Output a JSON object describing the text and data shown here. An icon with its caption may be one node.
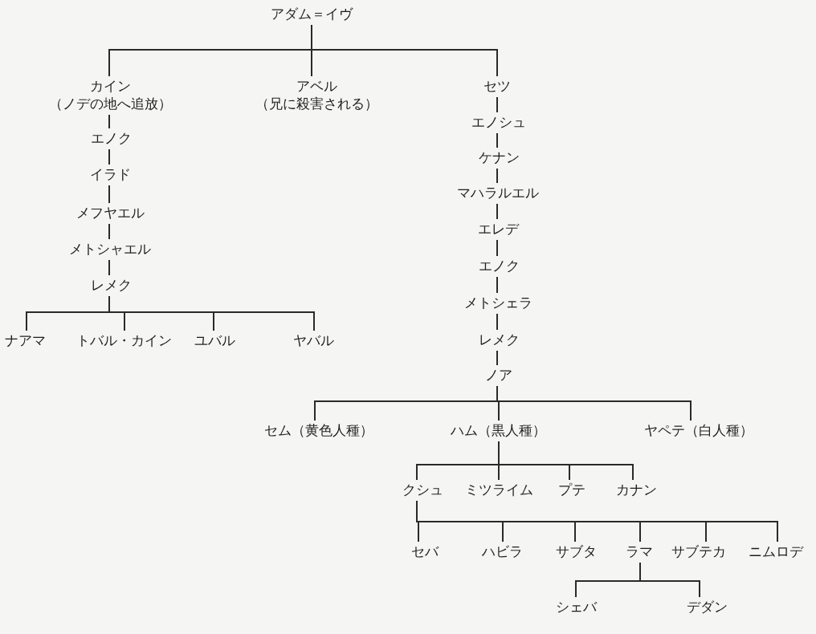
{
  "diagram": {
    "nodes": [
      {
        "text": [
          "アダム＝イヴ"
        ]
      },
      {
        "text": [
          "カイン",
          "（ノデの地へ追放）"
        ]
      },
      {
        "text": [
          "アベル",
          "（兄に殺害される）"
        ]
      },
      {
        "text": [
          "セツ"
        ]
      },
      {
        "text": [
          "エノク"
        ]
      },
      {
        "text": [
          "イラド"
        ]
      },
      {
        "text": [
          "メフヤエル"
        ]
      },
      {
        "text": [
          "メトシャエル"
        ]
      },
      {
        "text": [
          "レメク"
        ]
      },
      {
        "text": [
          "ナアマ"
        ]
      },
      {
        "text": [
          "トバル・カイン"
        ]
      },
      {
        "text": [
          "ユバル"
        ]
      },
      {
        "text": [
          "ヤバル"
        ]
      },
      {
        "text": [
          "エノシュ"
        ]
      },
      {
        "text": [
          "ケナン"
        ]
      },
      {
        "text": [
          "マハラルエル"
        ]
      },
      {
        "text": [
          "エレデ"
        ]
      },
      {
        "text": [
          "エノク"
        ]
      },
      {
        "text": [
          "メトシェラ"
        ]
      },
      {
        "text": [
          "レメク"
        ]
      },
      {
        "text": [
          "ノア"
        ]
      },
      {
        "text": [
          "セム（黄色人種）"
        ]
      },
      {
        "text": [
          "ハム（黒人種）"
        ]
      },
      {
        "text": [
          "ヤペテ（白人種）"
        ]
      },
      {
        "text": [
          "クシュ"
        ]
      },
      {
        "text": [
          "ミツライム"
        ]
      },
      {
        "text": [
          "プテ"
        ]
      },
      {
        "text": [
          "カナン"
        ]
      },
      {
        "text": [
          "セバ"
        ]
      },
      {
        "text": [
          "ハビラ"
        ]
      },
      {
        "text": [
          "サブタ"
        ]
      },
      {
        "text": [
          "ラマ"
        ]
      },
      {
        "text": [
          "サブテカ"
        ]
      },
      {
        "text": [
          "ニムロデ"
        ]
      },
      {
        "text": [
          "シェバ"
        ]
      },
      {
        "text": [
          "デダン"
        ]
      }
    ],
    "edges": [
      {
        "from": 0,
        "to": 1,
        "arrow": "none"
      },
      {
        "from": 0,
        "to": 2,
        "arrow": "none"
      },
      {
        "from": 0,
        "to": 3,
        "arrow": "none"
      },
      {
        "from": 1,
        "to": 4,
        "arrow": "none"
      },
      {
        "from": 4,
        "to": 5,
        "arrow": "none"
      },
      {
        "from": 5,
        "to": 6,
        "arrow": "none"
      },
      {
        "from": 6,
        "to": 7,
        "arrow": "none"
      },
      {
        "from": 7,
        "to": 8,
        "arrow": "none"
      },
      {
        "from": 8,
        "to": 9,
        "arrow": "none"
      },
      {
        "from": 8,
        "to": 10,
        "arrow": "none"
      },
      {
        "from": 8,
        "to": 11,
        "arrow": "none"
      },
      {
        "from": 8,
        "to": 12,
        "arrow": "none"
      },
      {
        "from": 3,
        "to": 13,
        "arrow": "none"
      },
      {
        "from": 13,
        "to": 14,
        "arrow": "none"
      },
      {
        "from": 14,
        "to": 15,
        "arrow": "none"
      },
      {
        "from": 15,
        "to": 16,
        "arrow": "none"
      },
      {
        "from": 16,
        "to": 17,
        "arrow": "none"
      },
      {
        "from": 17,
        "to": 18,
        "arrow": "none"
      },
      {
        "from": 18,
        "to": 19,
        "arrow": "none"
      },
      {
        "from": 19,
        "to": 20,
        "arrow": "none"
      },
      {
        "from": 20,
        "to": 21,
        "arrow": "none"
      },
      {
        "from": 20,
        "to": 22,
        "arrow": "none"
      },
      {
        "from": 20,
        "to": 23,
        "arrow": "none"
      },
      {
        "from": 22,
        "to": 24,
        "arrow": "none"
      },
      {
        "from": 22,
        "to": 25,
        "arrow": "none"
      },
      {
        "from": 22,
        "to": 26,
        "arrow": "none"
      },
      {
        "from": 22,
        "to": 27,
        "arrow": "none"
      },
      {
        "from": 24,
        "to": 28,
        "arrow": "none"
      },
      {
        "from": 24,
        "to": 29,
        "arrow": "none"
      },
      {
        "from": 24,
        "to": 30,
        "arrow": "none"
      },
      {
        "from": 24,
        "to": 31,
        "arrow": "none"
      },
      {
        "from": 24,
        "to": 32,
        "arrow": "none"
      },
      {
        "from": 24,
        "to": 33,
        "arrow": "none"
      },
      {
        "from": 31,
        "to": 34,
        "arrow": "none"
      },
      {
        "from": 31,
        "to": 35,
        "arrow": "none"
      }
    ]
  }
}
